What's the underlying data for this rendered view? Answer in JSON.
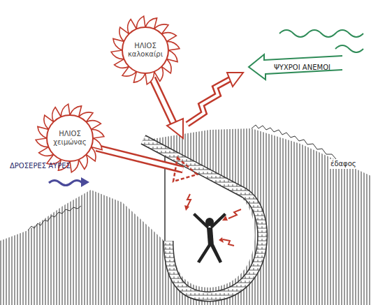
{
  "diagram": {
    "nodes": [
      {
        "text": [
          "ΗΛΙΟΣ καλοκαίρι"
        ]
      },
      {
        "text": [
          "ΗΛΙΟΣ χειμώνας"
        ]
      }
    ],
    "labels": [
      "ΨΥΧΡΟΙ ΑΝΕΜΟΙ",
      "ΔΡΟΣΕΡΕΣ ΑΥΡΕΣ",
      "έδαφος"
    ]
  }
}
